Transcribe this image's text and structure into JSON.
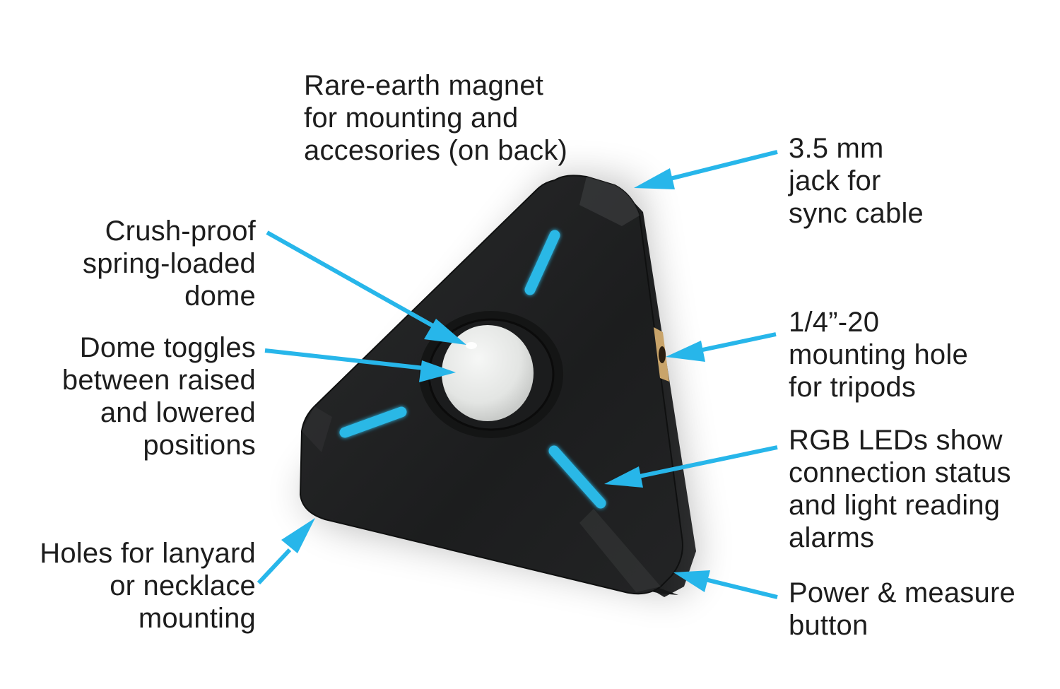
{
  "diagram": {
    "subject": "Triangular light meter device with callouts",
    "accent_color": "#27b6ea",
    "device_body_color": "#1f2021",
    "dome_color": "#e9ebe9",
    "led_color": "#2bb8e6",
    "mount_insert_color": "#c9a46a"
  },
  "callouts": {
    "magnet": {
      "lines": [
        "Rare-earth magnet",
        "for mounting and",
        "accesories (on back)"
      ]
    },
    "jack": {
      "lines": [
        "3.5 mm",
        "jack for",
        "sync cable"
      ]
    },
    "dome": {
      "lines": [
        "Crush-proof",
        "spring-loaded",
        "dome"
      ]
    },
    "toggle": {
      "lines": [
        "Dome toggles",
        "between raised",
        "and lowered",
        "positions"
      ]
    },
    "tripod": {
      "lines": [
        "1/4”-20",
        "mounting hole",
        "for tripods"
      ]
    },
    "leds": {
      "lines": [
        "RGB LEDs show",
        "connection status",
        "and light reading",
        "alarms"
      ]
    },
    "lanyard": {
      "lines": [
        "Holes for lanyard",
        "or necklace",
        "mounting"
      ]
    },
    "power": {
      "lines": [
        "Power & measure",
        "button"
      ]
    }
  }
}
